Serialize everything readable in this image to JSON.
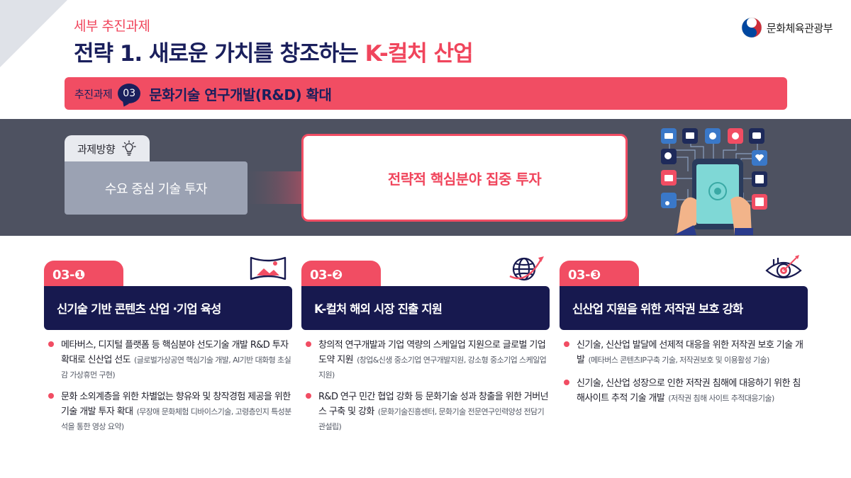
{
  "header": {
    "subtitle": "세부 추진과제",
    "title_main": "전략 1. 새로운 가치를 창조하는 ",
    "title_accent": "K-컬처 산업",
    "ministry": "문화체육관광부"
  },
  "task": {
    "label": "추진과제",
    "number": "03",
    "title": "문화기술 연구개발(R&D) 확대"
  },
  "direction": {
    "tab_label": "과제방향",
    "from": "수요 중심 기술 투자",
    "to": "전략적 핵심분야 집중 투자"
  },
  "colors": {
    "accent": "#f14d63",
    "navy": "#17194f",
    "band": "#4e5261"
  },
  "columns": [
    {
      "tag": "03-❶",
      "heading": "신기술 기반 콘텐츠 산업 ·기업 육성",
      "icon": "vr-screen-icon",
      "items": [
        {
          "main": "메타버스, 디지털 플랫폼 등 핵심분야 선도기술 개발 R&D 투자 확대로 신산업 선도",
          "note": "(글로벌가상공연 핵심기술 개발, AI기반 대화형 초실감 가상휴먼 구현)"
        },
        {
          "main": "문화 소외계층을 위한 차별없는 향유와 및 창작경험 제공을 위한 기술 개발 투자 확대",
          "note": "(무장애 문화체험 디바이스기술, 고령층인지 특성분석을 통한 영상 요약)"
        }
      ]
    },
    {
      "tag": "03-❷",
      "heading": "K-컬처 해외 시장 진출 지원",
      "icon": "globe-icon",
      "items": [
        {
          "main": "창의적 연구개발과 기업 역량의 스케일업 지원으로 글로벌 기업 도약 지원",
          "note": "(창업&신생 중소기업 연구개발지원, 강소형 중소기업 스케일업 지원)"
        },
        {
          "main": "R&D 연구 민간 협업 강화 등 문화기술 성과 창출을 위한 거버넌스 구축 및 강화",
          "note": "(문화기술진흥센터, 문화기술 전문연구인력양성 전담기관설립)"
        }
      ]
    },
    {
      "tag": "03-❸",
      "heading": "신산업 지원을 위한 저작권 보호 강화",
      "icon": "eye-target-icon",
      "items": [
        {
          "main": "신기술, 신산업 발달에 선제적 대응을 위한 저작권 보호 기술 개발",
          "note": "(메타버스 콘텐츠IP구축 기술, 저작권보호 및 이용활성 기술)"
        },
        {
          "main": "신기술, 신산업 성장으로 인한 저작권 침해에 대응하기 위한 침해사이트 추적 기술 개발",
          "note": "(저작권 침해 사이트 추적대응기술)"
        }
      ]
    }
  ]
}
